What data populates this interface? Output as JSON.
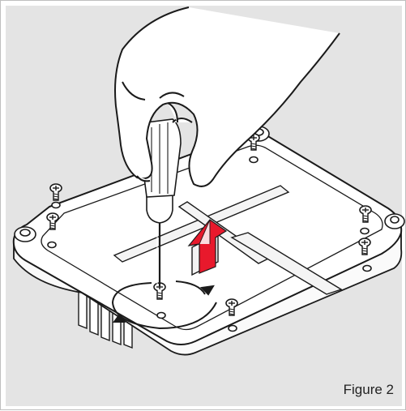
{
  "figure": {
    "caption": "Figure 2"
  },
  "colors": {
    "background": "#e4e4e4",
    "arrow": "#e8192c",
    "outline": "#1a1a1a"
  },
  "icons": [
    "hand-with-screwdriver",
    "screw",
    "rotate-arrow",
    "lift-up-arrow"
  ]
}
